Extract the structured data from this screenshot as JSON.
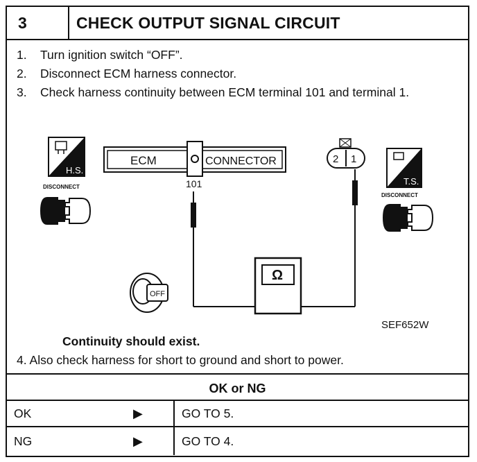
{
  "header": {
    "step_number": "3",
    "title": "CHECK OUTPUT SIGNAL CIRCUIT"
  },
  "steps": [
    {
      "num": "1.",
      "text": "Turn ignition switch “OFF”."
    },
    {
      "num": "2.",
      "text": "Disconnect ECM harness connector."
    },
    {
      "num": "3.",
      "text": "Check harness continuity between ECM terminal 101 and terminal 1."
    }
  ],
  "diagram": {
    "ecm_label": "ECM",
    "connector_label": "CONNECTOR",
    "terminal_101": "101",
    "hs_badge": "H.S.",
    "ts_badge": "T.S.",
    "disconnect_left": "DISCONNECT",
    "disconnect_right": "DISCONNECT",
    "sensor_pin_2": "2",
    "sensor_pin_1": "1",
    "meter_symbol": "Ω",
    "key_label": "OFF",
    "ref_code": "SEF652W"
  },
  "continuity_note": "Continuity should exist.",
  "step4": {
    "num": "4.",
    "text": "Also check harness for short to ground and short to power."
  },
  "result": {
    "heading": "OK or NG",
    "rows": [
      {
        "label": "OK",
        "action": "GO TO 5."
      },
      {
        "label": "NG",
        "action": "GO TO 4."
      }
    ]
  }
}
